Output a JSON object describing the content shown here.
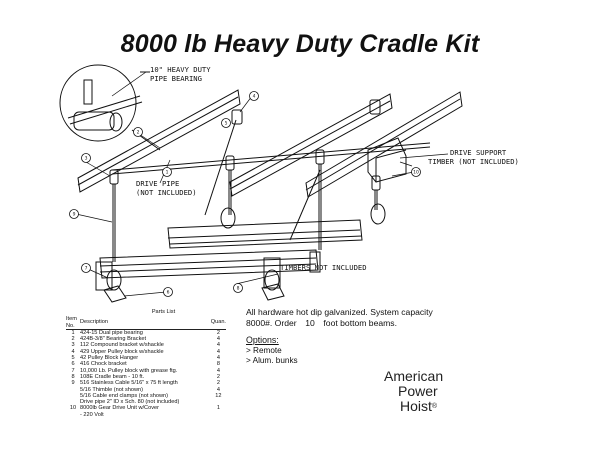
{
  "title": "8000 lb Heavy Duty Cradle Kit",
  "callouts": {
    "pipe_bearing_1": "10\" HEAVY DUTY",
    "pipe_bearing_2": "PIPE BEARING",
    "drive_pipe_1": "DRIVE PIPE",
    "drive_pipe_2": "(NOT INCLUDED)",
    "drive_support_1": "DRIVE SUPPORT",
    "drive_support_2": "TIMBER (NOT INCLUDED)",
    "timbers": "TIMBERS NOT INCLUDED"
  },
  "item_bubbles": [
    "1",
    "2",
    "3",
    "4",
    "5",
    "6",
    "7",
    "8",
    "9",
    "10"
  ],
  "parts_list": {
    "title": "Parts List",
    "headers": {
      "item_no": "Item No.",
      "description": "Description",
      "quantity": "Quan."
    },
    "rows": [
      {
        "no": "1",
        "desc": "424-15 Dual pipe bearing",
        "qty": "2"
      },
      {
        "no": "2",
        "desc": "424B-3/8\" Bearing Bracket",
        "qty": "4"
      },
      {
        "no": "3",
        "desc": "112  Compound bracket w/shackle",
        "qty": "4"
      },
      {
        "no": "4",
        "desc": "429 Upper Pulley block w/shackle",
        "qty": "4"
      },
      {
        "no": "5",
        "desc": "42 Pulley Block Hanger",
        "qty": "4"
      },
      {
        "no": "6",
        "desc": "416 Chock bracket",
        "qty": "8"
      },
      {
        "no": "7",
        "desc": "10,000 Lb. Pulley block with grease ftg.",
        "qty": "4"
      },
      {
        "no": "8",
        "desc": "108E Cradle beam - 10 ft.",
        "qty": "2"
      },
      {
        "no": "9",
        "desc": "516 Stainless Cable 5/16\" x 75 ft length",
        "qty": "2"
      },
      {
        "no": "",
        "desc": "5/16  Thimble (not shown)",
        "qty": "4"
      },
      {
        "no": "",
        "desc": "5/16  Cable end clamps (not shown)",
        "qty": "12"
      },
      {
        "no": "",
        "desc": "Drive pipe 2\" ID x Sch. 80 (not included)",
        "qty": ""
      },
      {
        "no": "10",
        "desc": "8000lb Gear Drive Unit w/Cover",
        "qty": "1"
      },
      {
        "no": "",
        "desc": "- 220 Volt",
        "qty": ""
      }
    ]
  },
  "specs": {
    "line1": "All hardware hot dip galvanized.  System capacity",
    "order_prefix": "8000#. Order",
    "order_value": "10",
    "order_suffix": "foot bottom beams."
  },
  "options": {
    "heading": "Options:",
    "items": [
      "> Remote",
      "> Alum. bunks"
    ]
  },
  "logo": {
    "line1": "American",
    "line2": "Power",
    "line3": "Hoist",
    "reg": "®"
  }
}
